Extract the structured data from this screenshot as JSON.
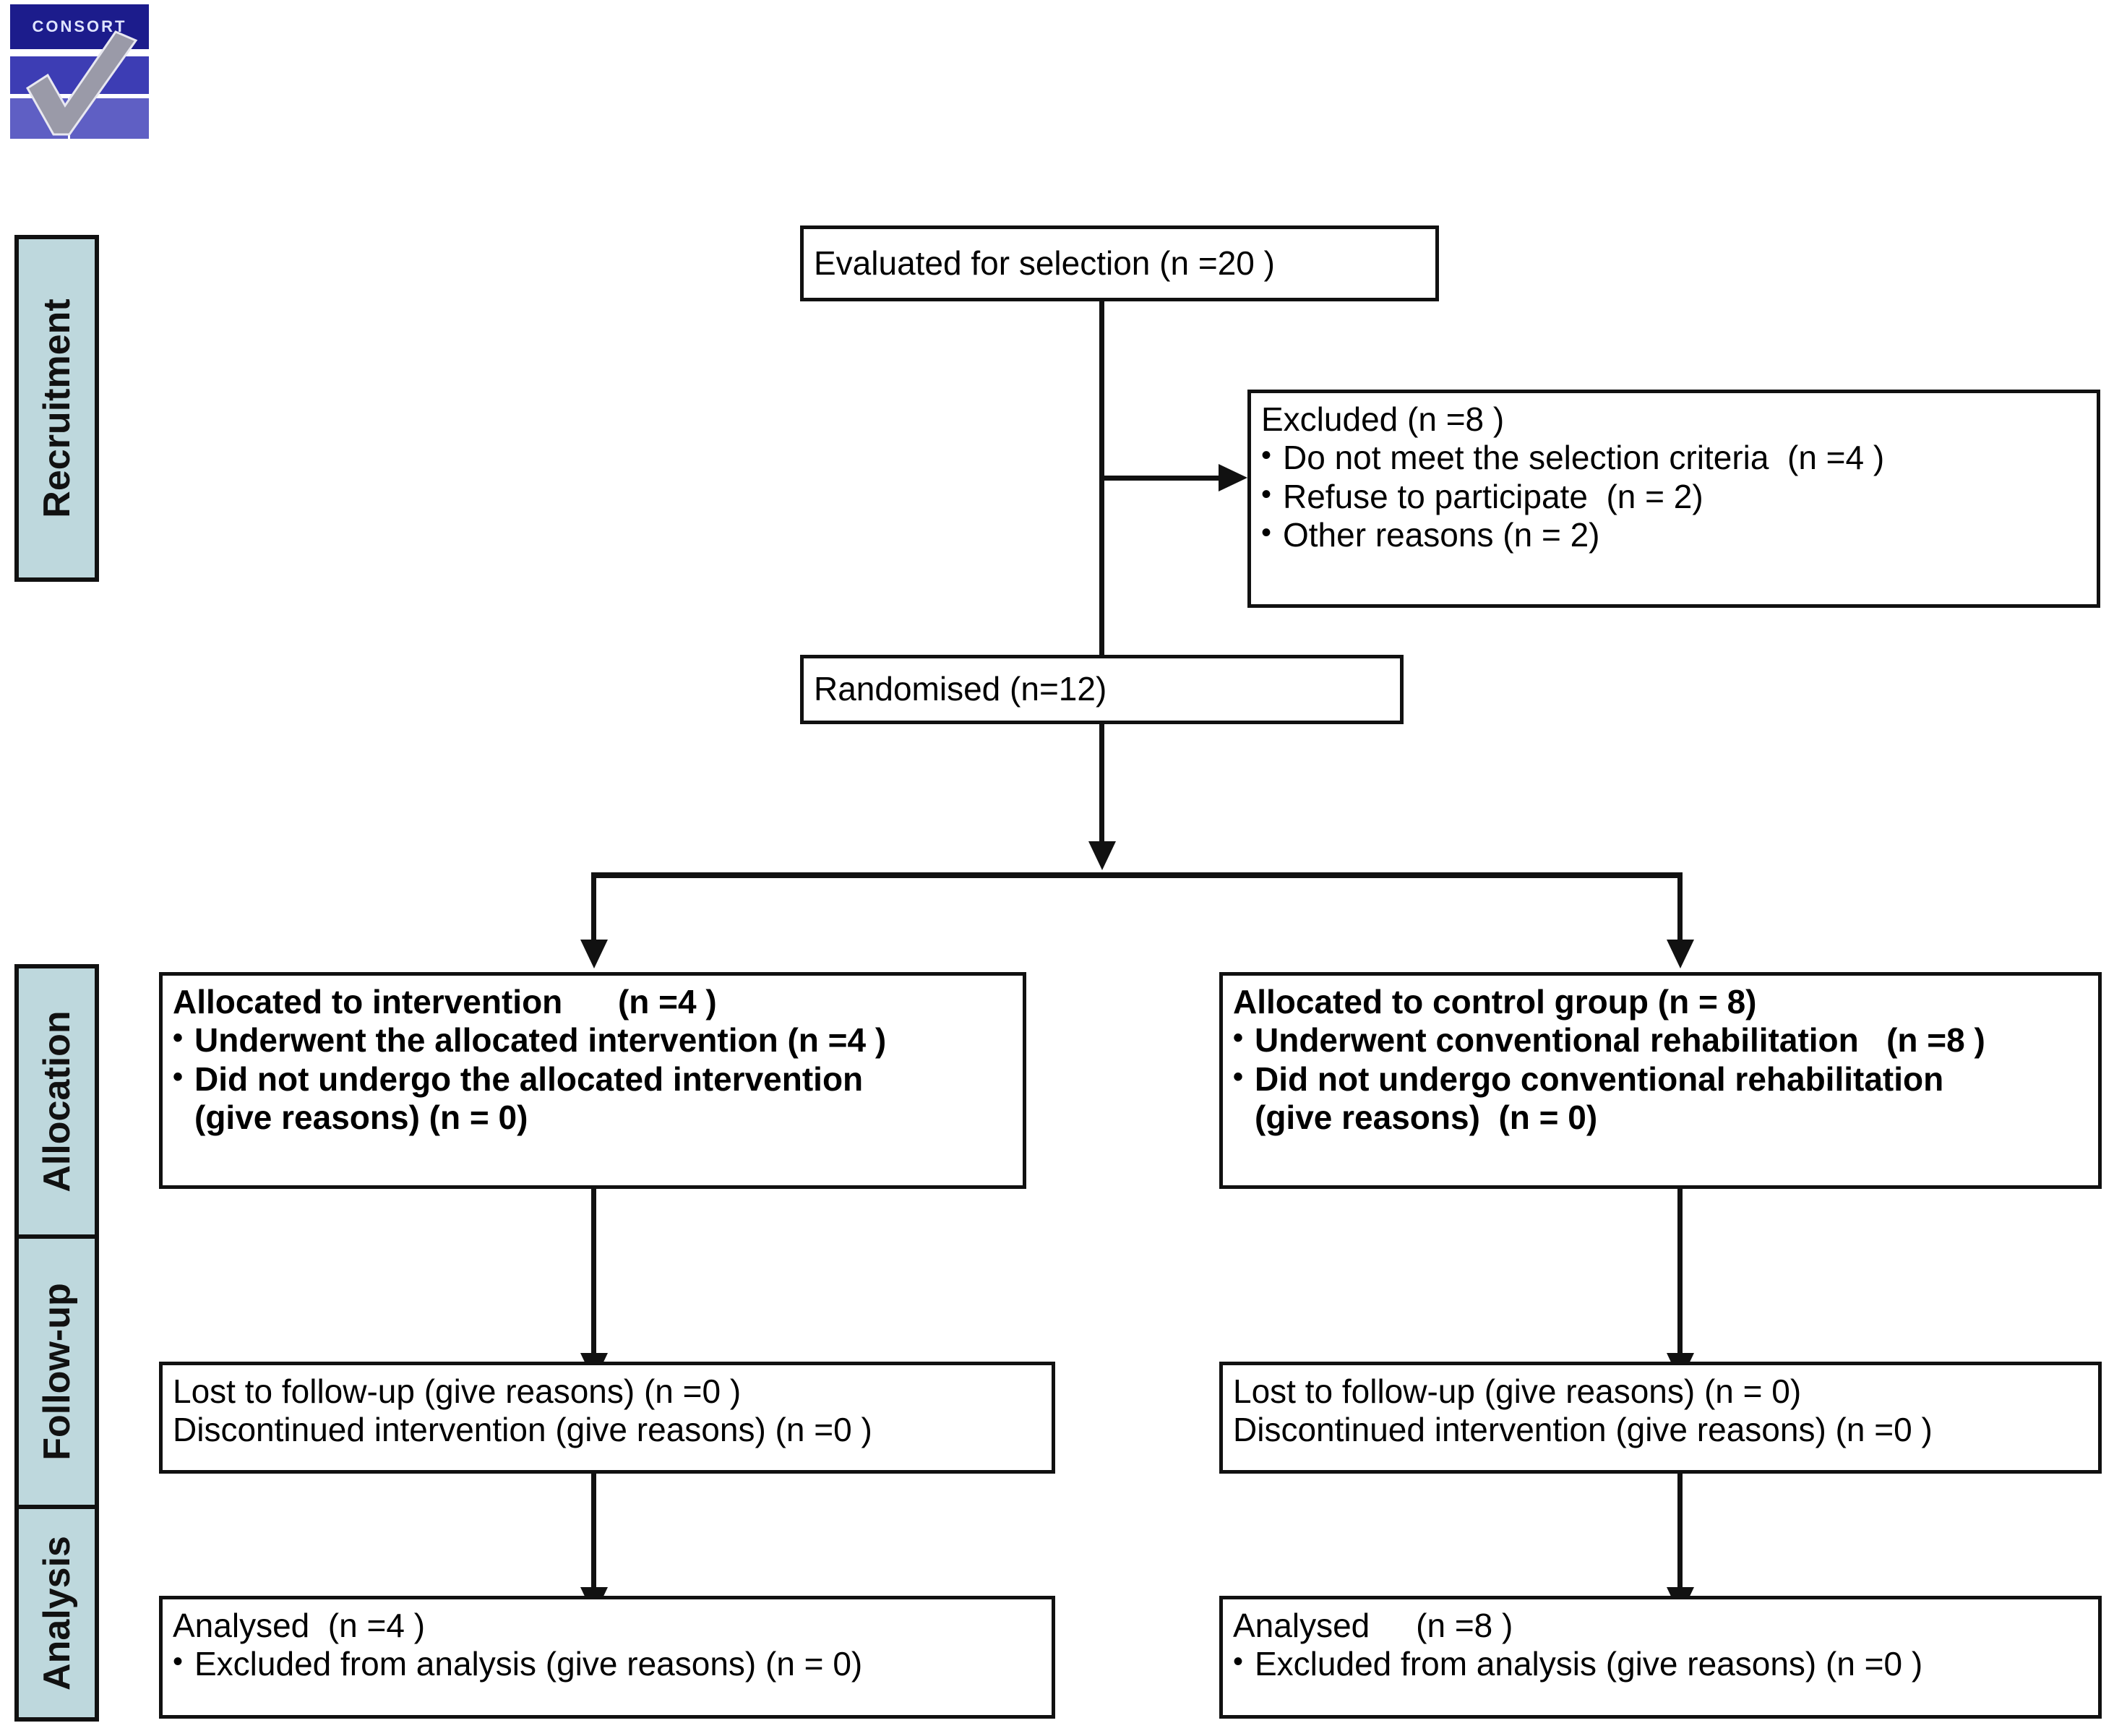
{
  "logo": {
    "wordmark": "CONSORT",
    "icon": "consort-checkmark-logo"
  },
  "phases": [
    {
      "id": "recruitment",
      "label": "Recruitment"
    },
    {
      "id": "allocation",
      "label": "Allocation"
    },
    {
      "id": "followup",
      "label": "Follow-up"
    },
    {
      "id": "analysis",
      "label": "Analysis"
    }
  ],
  "boxes": {
    "evaluated": {
      "lines": [
        "Evaluated for selection (n =20 )"
      ]
    },
    "excluded": {
      "title": "Excluded (n =8 )",
      "items": [
        "Do not meet the selection criteria  (n =4 )",
        "Refuse to participate  (n = 2)",
        "Other reasons (n = 2)"
      ]
    },
    "randomised": {
      "lines": [
        "Randomised (n=12)"
      ]
    },
    "allocated_intervention": {
      "title": "Allocated to intervention      (n =4 )",
      "items": [
        "Underwent the allocated intervention (n =4 )",
        "Did not undergo the allocated intervention"
      ],
      "continuation": "(give reasons) (n = 0)"
    },
    "allocated_control": {
      "title": "Allocated to control group (n = 8)",
      "items": [
        "Underwent conventional rehabilitation   (n =8 )",
        "Did not undergo conventional rehabilitation"
      ],
      "continuation": "(give reasons)  (n = 0)"
    },
    "followup_left": {
      "lines": [
        "Lost to follow-up (give reasons) (n =0 )",
        "Discontinued intervention (give reasons) (n =0 )"
      ]
    },
    "followup_right": {
      "lines": [
        "Lost to follow-up (give reasons) (n = 0)",
        "Discontinued intervention (give reasons) (n =0 )"
      ]
    },
    "analysis_left": {
      "title": "Analysed  (n =4 )",
      "items": [
        "Excluded from analysis (give reasons) (n = 0)"
      ]
    },
    "analysis_right": {
      "title": "Analysed     (n =8 )",
      "items": [
        "Excluded from analysis (give reasons) (n =0 )"
      ]
    }
  },
  "colors": {
    "phase_fill": "#bed8dd",
    "stroke": "#111111",
    "box_fill": "#ffffff",
    "logo_dark": "#1c1c8c",
    "logo_mid": "#3d3db4",
    "logo_light": "#5f5fc4"
  }
}
